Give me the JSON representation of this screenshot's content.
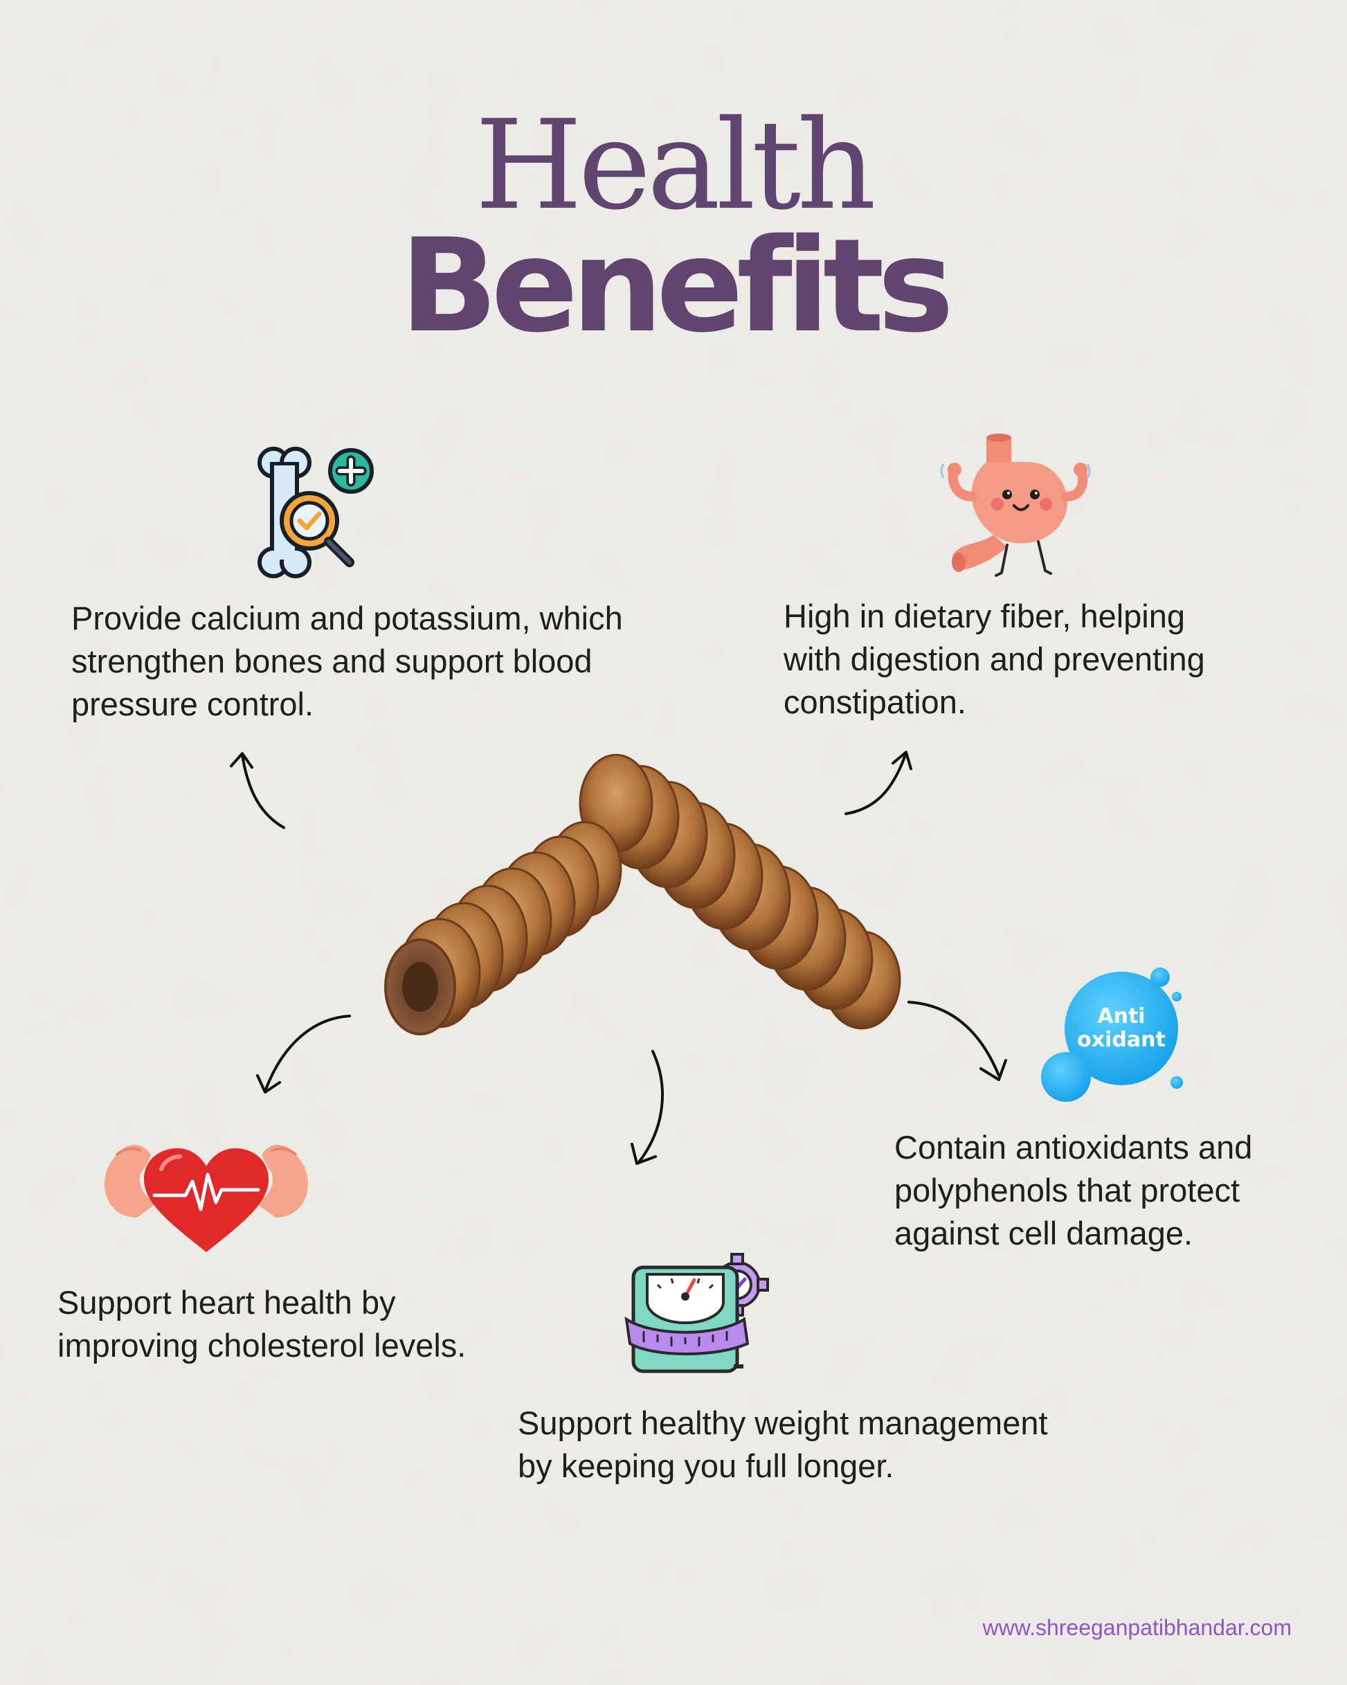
{
  "title": {
    "line1": "Health",
    "line2": "Benefits"
  },
  "colors": {
    "title": "#5f456f",
    "text": "#1e1e1e",
    "url": "#8b56c9",
    "background": "#efede8",
    "arrow": "#111111",
    "fig_dark": "#6e3c1b",
    "fig_light": "#c98b4e"
  },
  "benefits": {
    "bones": {
      "text": "Provide calcium and potassium, which strengthen bones and support blood pressure control.",
      "icon": "bone-magnifier-icon"
    },
    "digestion": {
      "text": "High in dietary fiber, helping with digestion and preventing constipation.",
      "icon": "stomach-icon"
    },
    "antioxidant": {
      "text": "Contain antioxidants and polyphenols that protect against cell damage.",
      "icon": "antioxidant-bubble-icon",
      "badge_line1": "Anti",
      "badge_line2": "oxidant"
    },
    "heart": {
      "text": "Support heart health by improving cholesterol levels.",
      "icon": "strong-heart-icon"
    },
    "weight": {
      "text": "Support healthy weight management by keeping you full longer.",
      "icon": "weight-scale-icon"
    }
  },
  "center_image": "dried-fig-strings-image",
  "footer": {
    "url": "www.shreeganpatibhandar.com"
  }
}
